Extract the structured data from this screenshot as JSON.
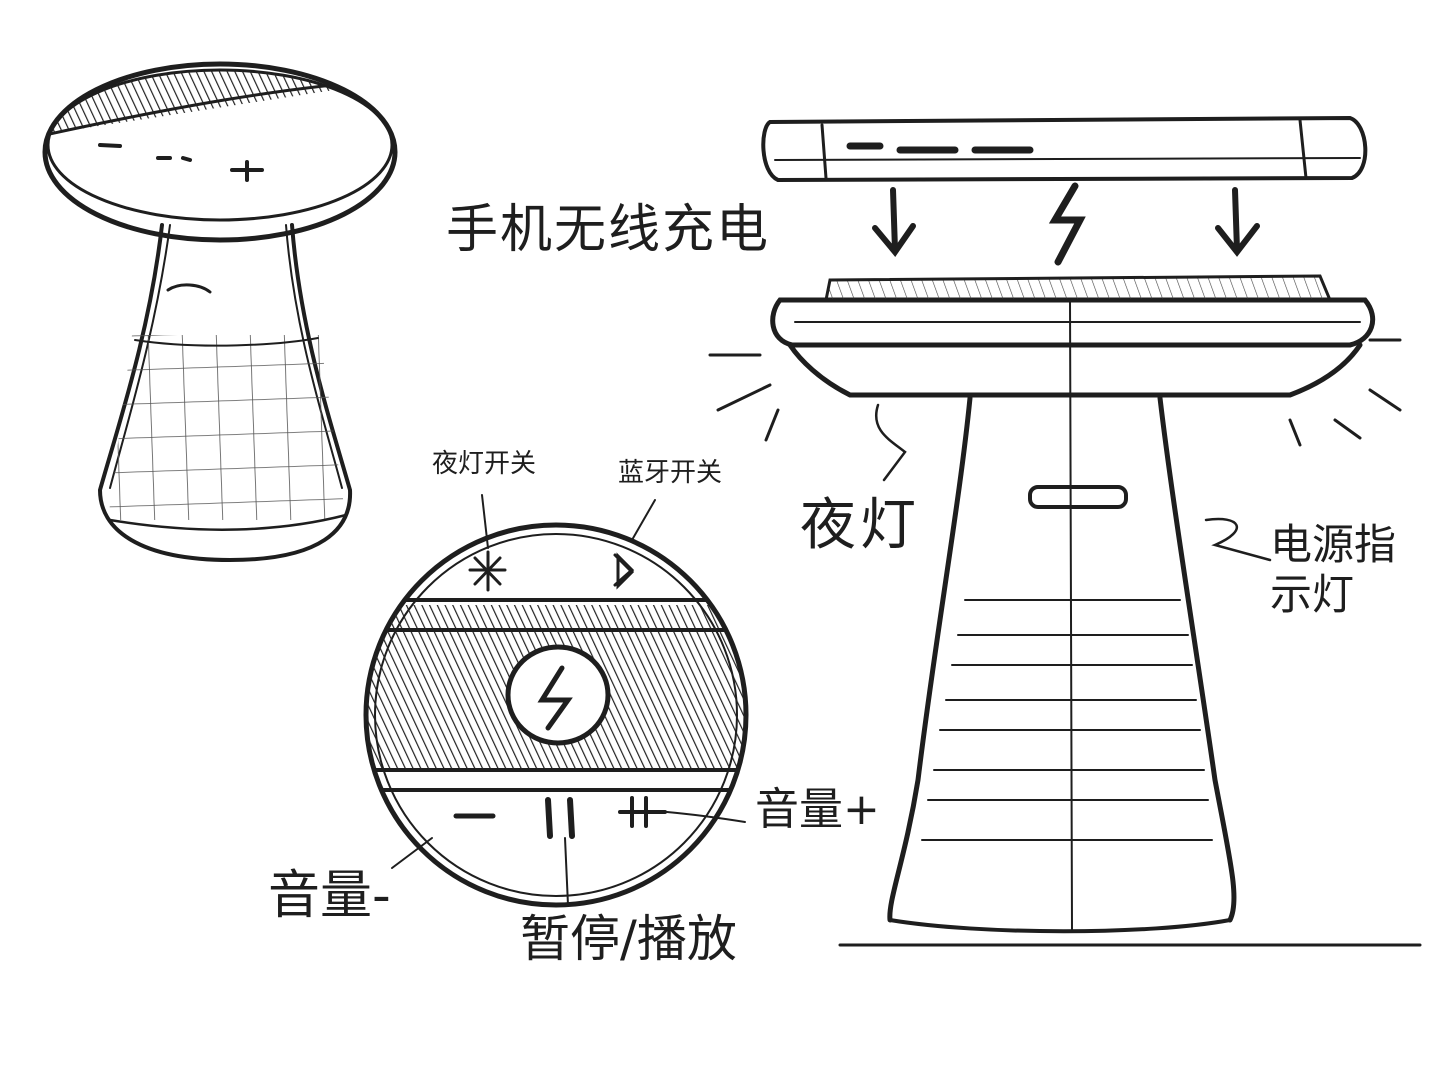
{
  "annotations": {
    "wireless_charging": "手机无线充电",
    "night_light_switch": "夜灯开关",
    "bluetooth_switch": "蓝牙开关",
    "night_light": "夜灯",
    "power_indicator": "电源指示灯",
    "volume_up": "音量+",
    "volume_down": "音量-",
    "pause_play": "暂停/播放"
  },
  "colors": {
    "ink": "#1e1e1e",
    "shade": "#3a3a3a",
    "paper": "#ffffff"
  }
}
